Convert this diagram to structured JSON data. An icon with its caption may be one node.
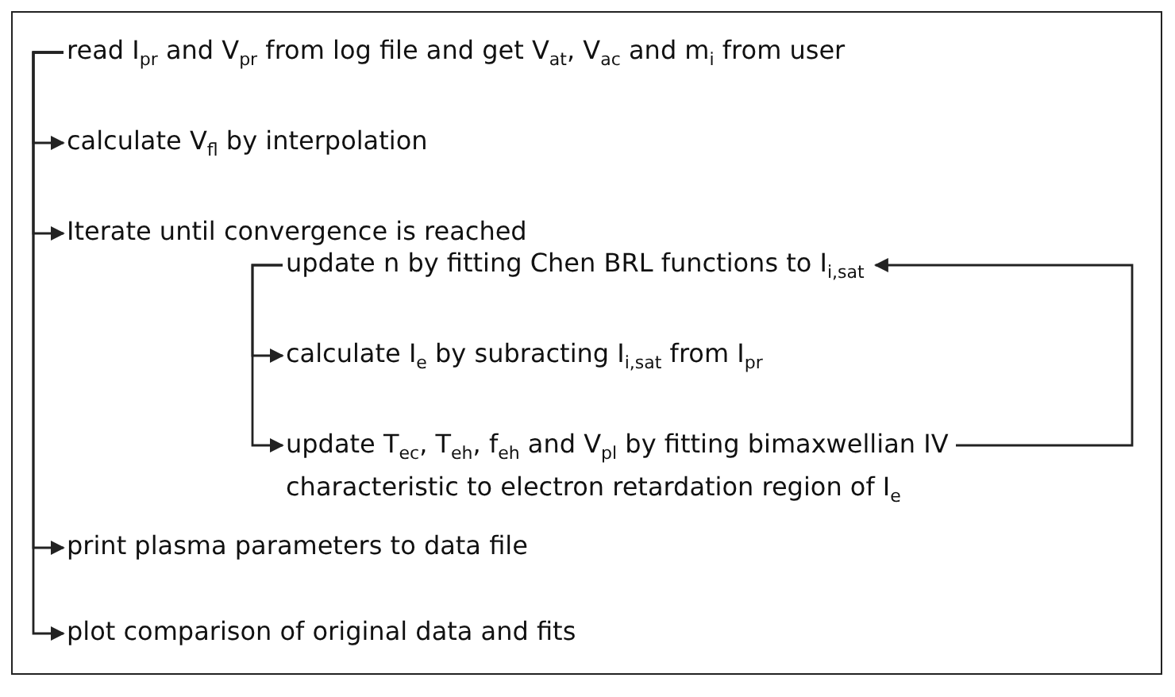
{
  "diagram": {
    "nodes": [
      {
        "text": [],
        "shape": "box"
      },
      {
        "text": [
          "read I$_{pr}$ and V$_{pr}$ from log file and get V$_{at}$, V$_{ac}$ and m$_{i}$ from user"
        ],
        "in": 0
      },
      {
        "text": [
          "calculate V$_{fl}$ by interpolation"
        ],
        "in": 0
      },
      {
        "text": [
          "Iterate until convergence is reached"
        ],
        "in": 0
      },
      {
        "text": [
          "update n by fitting Chen BRL functions to I$_{i,sat}$"
        ],
        "in": 0
      },
      {
        "text": [
          "calculate I$_{e}$ by subracting I$_{i,sat}$ from I$_{pr}$"
        ],
        "in": 0
      },
      {
        "text": [
          "update T$_{ec}$, T$_{eh}$, f$_{eh}$ and V$_{pl}$ by fitting bimaxwellian IV characteristic to electron retardation region of I$_{e}$"
        ],
        "in": 0
      },
      {
        "text": [
          "print plasma parameters to data file"
        ],
        "in": 0
      },
      {
        "text": [
          "plot comparison of original data and fits"
        ],
        "in": 0
      }
    ],
    "edges": [
      {
        "from": 1,
        "to": 2,
        "arrow": "to"
      },
      {
        "from": 1,
        "to": 3,
        "arrow": "to"
      },
      {
        "from": 1,
        "to": 7,
        "arrow": "to"
      },
      {
        "from": 1,
        "to": 8,
        "arrow": "to"
      },
      {
        "from": 4,
        "to": 5,
        "arrow": "to"
      },
      {
        "from": 4,
        "to": 6,
        "arrow": "to"
      },
      {
        "from": 6,
        "to": 4,
        "arrow": "to"
      }
    ]
  }
}
